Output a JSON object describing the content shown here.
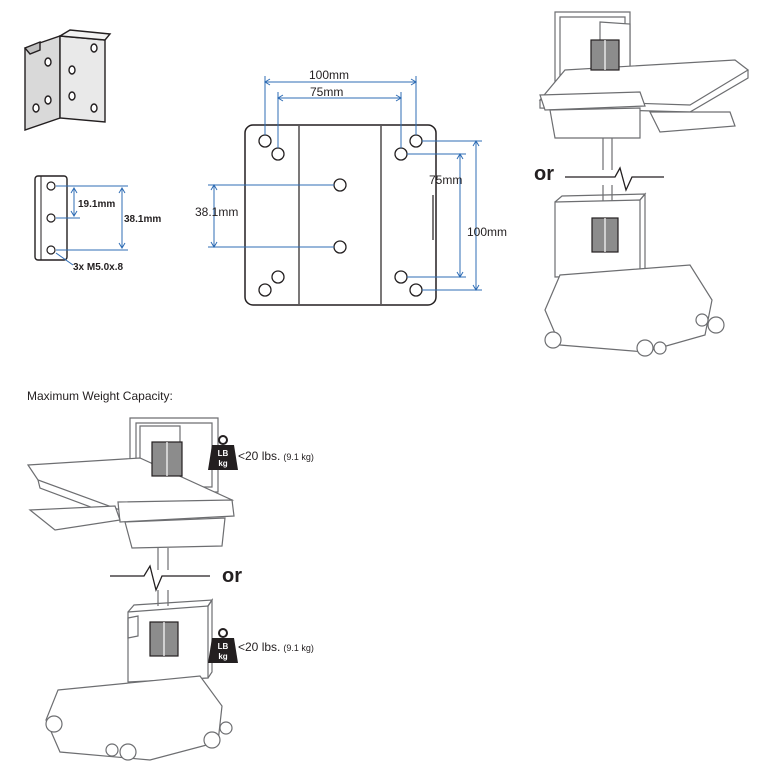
{
  "bracket_detail": {
    "dim_small": "19.1mm",
    "dim_large": "38.1mm",
    "screws": "3x M5.0x.8"
  },
  "vesa_plate": {
    "dim_top_100": "100mm",
    "dim_top_75": "75mm",
    "dim_left_38": "38.1mm",
    "dim_right_75": "75mm",
    "dim_right_100": "100mm"
  },
  "or_top": "or",
  "or_bottom": "or",
  "max_weight": {
    "heading": "Maximum Weight Capacity:",
    "icon_text_top": "LB",
    "icon_text_bottom": "kg",
    "limit_top": "<20 lbs.",
    "limit_top_metric": "(9.1 kg)",
    "limit_bottom": "<20 lbs.",
    "limit_bottom_metric": "(9.1 kg)"
  },
  "colors": {
    "line": "#231f20",
    "dimension": "#2f6db5",
    "fill_gray": "#d9d9d9",
    "dark_gray": "#8c8c8c",
    "light_line": "#6d6e71"
  }
}
